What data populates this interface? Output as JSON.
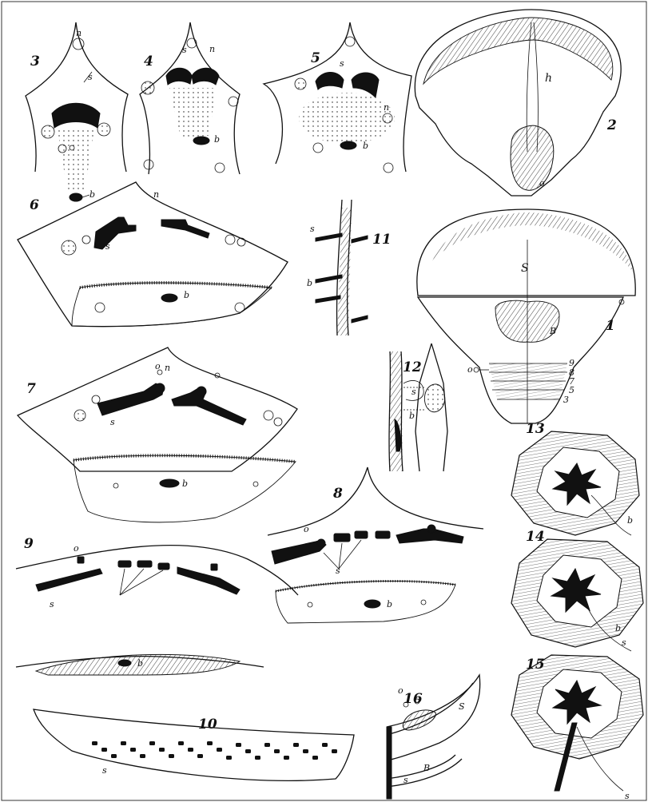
{
  "figures": {
    "fig1": {
      "number": "1",
      "labels": {
        "s": "S",
        "b": "B",
        "o": "o",
        "n9": "9",
        "n8": "8",
        "n7": "7",
        "n5": "5",
        "n3": "3"
      }
    },
    "fig2": {
      "number": "2",
      "labels": {
        "h": "h",
        "o": "o"
      }
    },
    "fig3": {
      "number": "3",
      "labels": {
        "s": "s",
        "b": "b",
        "n": "n"
      }
    },
    "fig4": {
      "number": "4",
      "labels": {
        "s": "s",
        "b": "b",
        "n": "n"
      }
    },
    "fig5": {
      "number": "5",
      "labels": {
        "s": "s",
        "b": "b",
        "n": "n"
      }
    },
    "fig6": {
      "number": "6",
      "labels": {
        "s": "s",
        "b": "b",
        "n": "n"
      }
    },
    "fig7": {
      "number": "7",
      "labels": {
        "s": "s",
        "b": "b",
        "n": "n",
        "o": "o"
      }
    },
    "fig8": {
      "number": "8",
      "labels": {
        "s": "s",
        "b": "b",
        "o": "o"
      }
    },
    "fig9": {
      "number": "9",
      "labels": {
        "s": "s",
        "b": "b",
        "o": "o"
      }
    },
    "fig10": {
      "number": "10",
      "labels": {
        "s": "s"
      }
    },
    "fig11": {
      "number": "11",
      "labels": {
        "s": "s",
        "b": "b"
      }
    },
    "fig12": {
      "number": "12",
      "labels": {
        "s": "s",
        "b": "b"
      }
    },
    "fig13": {
      "number": "13",
      "labels": {
        "b": "b"
      }
    },
    "fig14": {
      "number": "14",
      "labels": {
        "s": "s",
        "b": "b"
      }
    },
    "fig15": {
      "number": "15",
      "labels": {
        "s": "s"
      }
    },
    "fig16": {
      "number": "16",
      "labels": {
        "s": "S",
        "b": "B",
        "o": "o",
        "s2": "s"
      }
    }
  }
}
